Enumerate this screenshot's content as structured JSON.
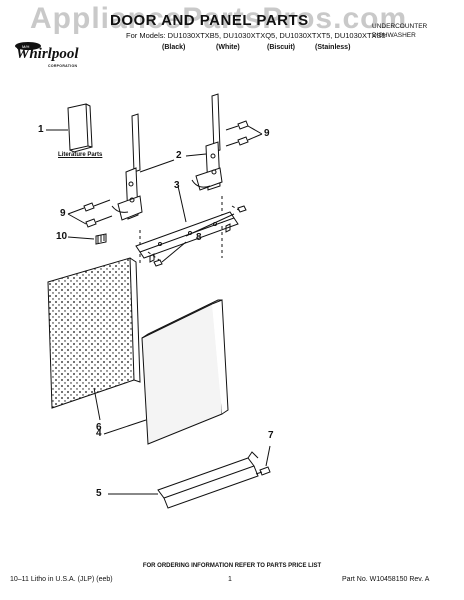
{
  "watermark": "AppliancePartsPros.com",
  "header": {
    "title": "DOOR AND PANEL PARTS",
    "models": "For Models: DU1030XTXB5, DU1030XTXQ5, DU1030XTXT5, DU1030XTXS5",
    "colors": [
      "(Black)",
      "(White)",
      "(Biscuit)",
      "(Stainless)"
    ],
    "appliance_type_line1": "UNDERCOUNTER",
    "appliance_type_line2": "DISHWASHER"
  },
  "logo": {
    "brand": "Whirlpool",
    "tagline": "CORPORATION",
    "badge_text": "M/H"
  },
  "diagram": {
    "literature_label": "Literature Parts",
    "callouts": [
      "1",
      "2",
      "3",
      "4",
      "5",
      "6",
      "7",
      "8",
      "9",
      "9",
      "10"
    ]
  },
  "footer": {
    "ordering_note": "FOR ORDERING INFORMATION REFER TO PARTS PRICE LIST",
    "litho": "10–11 Litho in U.S.A. (JLP) (eeb)",
    "page": "1",
    "part_no": "Part No. W10458150 Rev. A"
  },
  "colors": {
    "ink": "#111111",
    "watermark": "#c9c9c9",
    "panel_fill": "#f4f4f4"
  }
}
